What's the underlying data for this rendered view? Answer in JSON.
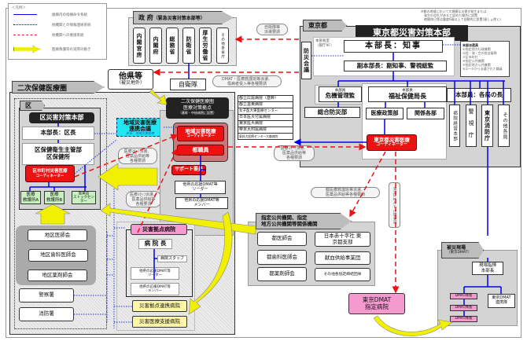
{
  "legend": {
    "title": "＜凡例＞",
    "items": [
      {
        "label": "組織内の指揮命令系統",
        "style": "solid-blue"
      },
      {
        "label": "他機関との情報連絡系統",
        "style": "dotted-blue"
      },
      {
        "label": "他機関への要請系統",
        "style": "dashed-red-arrow"
      },
      {
        "label": "医療救護等の実際の動き",
        "style": "yellow-arrow"
      }
    ]
  },
  "colors": {
    "command": "#0000ee",
    "request": "#ee1111",
    "coordinator": "#ee1111",
    "hospital": "#f59ad0",
    "support_hospital": "#fbf7a6",
    "council": "#22e6f0",
    "first_aid": "#c8f0c0",
    "movement": "#f0f000"
  },
  "government": {
    "title": "政 府",
    "subtitle": "（緊急災害対策本部等）",
    "ministries": [
      "内閣官房",
      "内閣府",
      "総務省",
      "防衛省",
      "厚生労働省",
      "その他各省庁"
    ]
  },
  "self_defense": "自衛隊",
  "other_pref": {
    "title": "他県等",
    "subtitle": "（被災地外）"
  },
  "requests": {
    "sdf": [
      "自衛隊等",
      "派遣要請"
    ],
    "dmat": [
      "DMAT・医療救護班等派遣、",
      "傷病者受入等各種要請"
    ],
    "staff_tokyo": [
      "医療ｽﾀｯﾌ派遣、",
      "医薬品供給等",
      "各種要請"
    ],
    "staff_region": [
      "医療ｽﾀｯﾌ派遣、",
      "医薬品供給等",
      "各種要請"
    ],
    "staff_ward": [
      "医療ｽﾀｯﾌ派遣、",
      "医薬品供給等",
      "各種要請"
    ],
    "relief_team": [
      "都医療救護班等派遣、",
      "医薬品供給等各種要請"
    ],
    "tokyo_dmat": "東京DMAT出場要請"
  },
  "tokyo": {
    "tab": "東京都",
    "title": "東京都災害対策本部",
    "note": [
      "※都の地域において大規模な災害が発生または",
      "発生の恐れがあると認めた場合に設置",
      "夜間休日等は震度6弱以上で自動的に設置(島しょ除く)"
    ],
    "council": "防災会議",
    "room": "本部長室",
    "room_location": "（都庁9F）",
    "chief": "本部長：知事",
    "deputy": "副本部長：副知事、警視総監",
    "dispatch": {
      "title": "本部派遣員",
      "items": [
        "①指定地方行政機関",
        "②陸・海・空の各自衛隊",
        "③区市町村",
        "④指定公共機関",
        "⑤指定地方公共機関",
        "⑥①～⑤から派遣された職員"
      ]
    },
    "member_label": "本部員",
    "crisis": "危機管理監",
    "welfare": "福祉保健局長",
    "bureaus": "本部員：各局の長",
    "disaster_dept": "総合防災部",
    "medical_dept": "医療政策部",
    "related_depts": "関係各部",
    "agencies": [
      "病院経営本部",
      "警視庁",
      "東京消防庁",
      "その他各局"
    ],
    "coordinator": [
      "東京都災害医療",
      "コーディネーター"
    ]
  },
  "hospitals": [
    "都立広尾病院（基幹）",
    "都立墨東病院",
    "女子医大東医療センター",
    "日本医大付属病院",
    "東京医大病院",
    "帝京大附属病院",
    "東邦大医療センター大森病院"
  ],
  "secondary": {
    "tab": "二次保健医療圏",
    "center": [
      "二次保健医療圏",
      "医療対策拠点",
      "（基幹・中核病院に設置）"
    ],
    "council": [
      "地域災害医療",
      "連携会議"
    ],
    "council_note": "会長：地域災害医療",
    "coordinator": [
      "地域災害医療",
      "コーディネーター"
    ],
    "staff": "都職員",
    "support": "サポート要員",
    "dmat_leader": [
      "他県の応援DMAT等",
      "リーダー"
    ],
    "dmat_member": [
      "他県の応援DMAT等",
      "メンバー"
    ]
  },
  "ward": {
    "tab": "区",
    "title": "区災害対策本部",
    "chief": "本部長：区長",
    "health": [
      "区保健衛生主管部",
      "区保健所"
    ],
    "coordinator": [
      "区市町村災害医療",
      "コーディネーター"
    ],
    "aid_a": [
      "医療",
      "救護所A"
    ],
    "aid_b": [
      "医療",
      "救護所B"
    ],
    "stock": [
      "医薬品",
      "ストックセンター"
    ],
    "associations": [
      "地区医師会",
      "地区歯科医師会",
      "地区薬剤師会"
    ],
    "police": "警察署",
    "fire": "消防署"
  },
  "base_hospital": {
    "title": "災害拠点病院",
    "director": "病 院 長",
    "staff": "病院スタッフ",
    "dmat_leader": [
      "他県の応援DMAT等",
      "リーダー"
    ],
    "dmat_member": [
      "他県の応援DMAT等",
      "メンバー"
    ],
    "partner": "災害拠点連携病院",
    "support": "災害医療支援病院"
  },
  "designated": {
    "tab": [
      "指定公共機関、指定",
      "地方公共機関等関係機関"
    ],
    "items": [
      "都医師会",
      "日本赤十字社 東京都支部",
      "都歯科医師会",
      "献血供給事業団",
      "都薬剤師会",
      "その他各協定締結団体"
    ]
  },
  "dmat_hospital": [
    "東京DMAT",
    "指定病院"
  ],
  "site": {
    "tab": "被災現場",
    "tab_sub": "（東京DMAT）",
    "commander": [
      "現場指揮",
      "本部長"
    ],
    "leaders": [
      "DMAT隊長",
      "DMAT隊長",
      "DMAT隊長"
    ],
    "liaison": [
      "東京DMAT",
      "連携隊"
    ]
  }
}
